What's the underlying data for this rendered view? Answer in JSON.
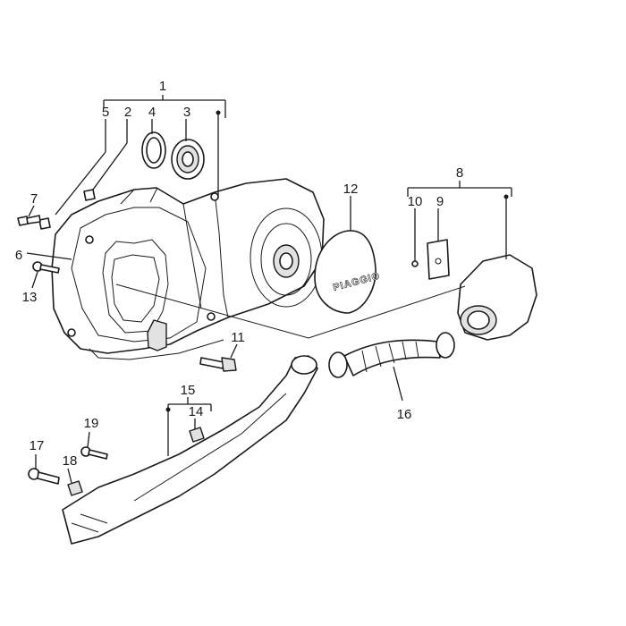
{
  "diagram": {
    "brand_text": "PIAGGIO",
    "labels": {
      "l1": "1",
      "l2": "2",
      "l3": "3",
      "l4": "4",
      "l5": "5",
      "l6": "6",
      "l7": "7",
      "l8": "8",
      "l9": "9",
      "l10": "10",
      "l11": "11",
      "l12": "12",
      "l13": "13",
      "l14": "14",
      "l15": "15",
      "l16": "16",
      "l17": "17",
      "l18": "18",
      "l19": "19"
    }
  }
}
